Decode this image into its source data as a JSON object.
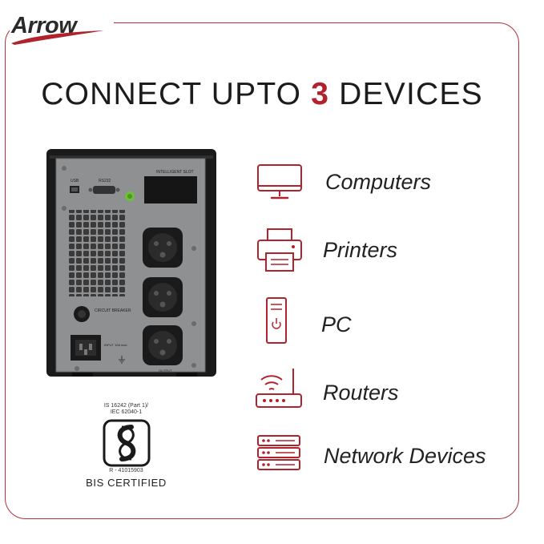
{
  "brand": {
    "name": "Arrow"
  },
  "headline": {
    "prefix": "CONNECT UPTO ",
    "number": "3",
    "suffix": " DEVICES"
  },
  "colors": {
    "accent": "#b0232d",
    "text": "#1c1c1c",
    "ups_body": "#1a1a1a",
    "ups_panel": "#8e9092"
  },
  "ups_panel": {
    "usb": "USB",
    "rs232": "RS232",
    "slot": "INTELLIGENT SLOT",
    "breaker": "CIRCUIT BREAKER",
    "input": "INPUT 10A max",
    "output": "OUTPUT"
  },
  "certification": {
    "standard_line1": "IS 16242 (Part 1)/",
    "standard_line2": "IEC 62040-1",
    "code": "R - 41015903",
    "label": "BIS CERTIFIED"
  },
  "devices": [
    {
      "label": "Computers",
      "icon": "computer-monitor-icon"
    },
    {
      "label": "Printers",
      "icon": "printer-icon"
    },
    {
      "label": "PC",
      "icon": "pc-tower-icon"
    },
    {
      "label": "Routers",
      "icon": "router-icon"
    },
    {
      "label": "Network Devices",
      "icon": "server-rack-icon"
    }
  ]
}
